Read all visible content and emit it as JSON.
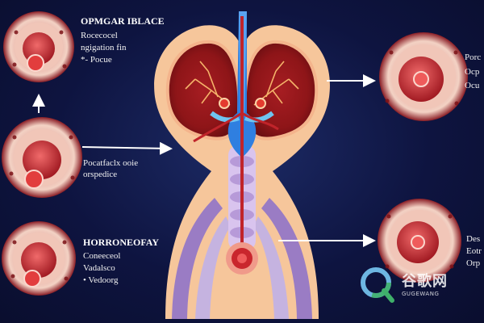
{
  "labels": {
    "top_left": {
      "line1": "OPMGAR IBLACE",
      "line2": "Rocecocel",
      "line3": "ngigation fin",
      "line4": "*- Pocue"
    },
    "mid_left": {
      "line1": "Pocatfaclx ooie",
      "line2": "orspedice"
    },
    "bottom_left": {
      "line1": "HORRONEOFAY",
      "line2": "Coneeceol",
      "line3": "Vadalsco",
      "line4": "• Vedoorg"
    },
    "top_right": {
      "line1": "Porc",
      "line2": "Ocp",
      "line3": "Ocu"
    },
    "bottom_right": {
      "line1": "Des",
      "line2": "Eotr",
      "line3": "Orp"
    }
  },
  "watermark": {
    "text": "谷歌网",
    "sub": "GUGEWANG"
  },
  "colors": {
    "background": "#0e1440",
    "organ_flesh": "#f6c69b",
    "tissue_red": "#b3262c",
    "vessel_blue": "#2f7fe0",
    "nerve_purple": "#9a7cc4",
    "arrow": "#ffffff"
  }
}
